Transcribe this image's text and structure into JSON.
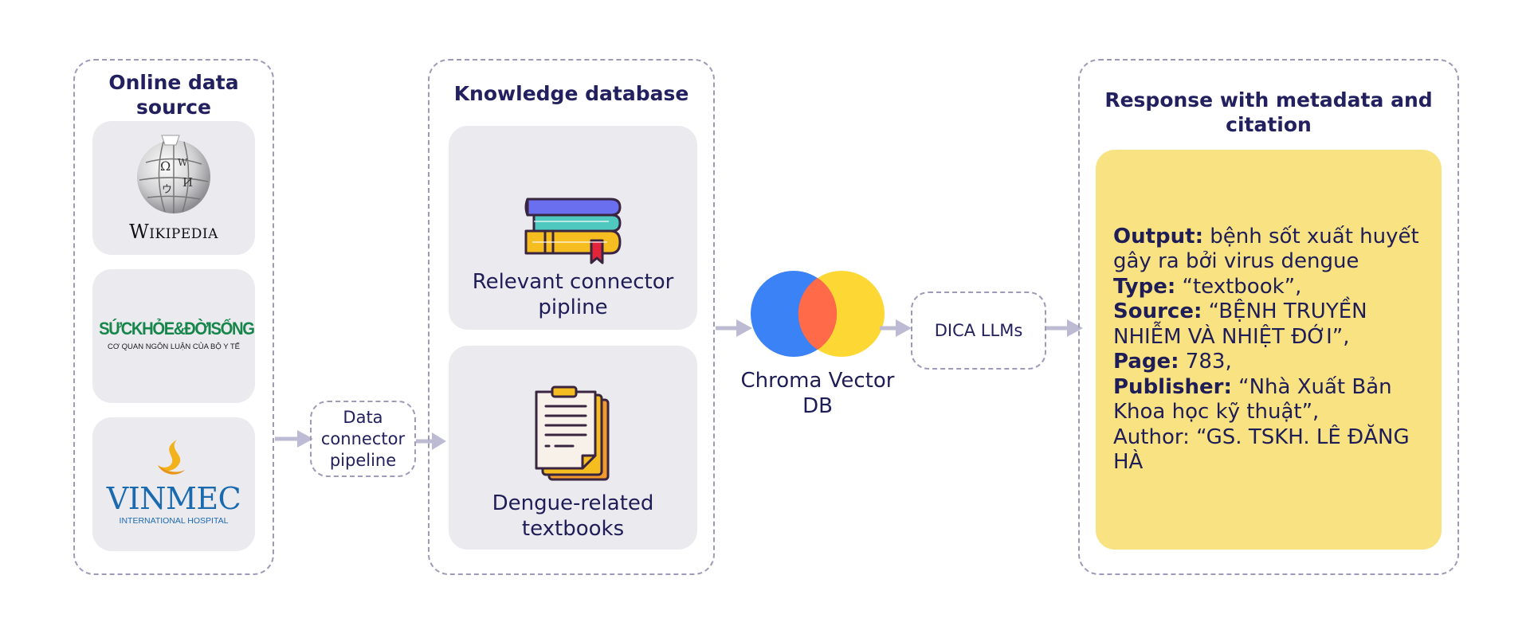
{
  "online_source": {
    "title": "Online data source",
    "logos": {
      "wikipedia": "Wikipedia",
      "suckhoe_line1": "SỨCKHỎE&ĐỜISỐNG",
      "suckhoe_line2": "CƠ QUAN NGÔN LUẬN CỦA BỘ Y TẾ",
      "vinmec_name": "VINMEC",
      "vinmec_sub": "INTERNATIONAL HOSPITAL"
    }
  },
  "data_connector": {
    "line1": "Data",
    "line2": "connector",
    "line3": "pipeline"
  },
  "knowledge_db": {
    "title": "Knowledge database",
    "card1": {
      "line1": "Relevant connector",
      "line2": "pipline",
      "icon": "books-icon"
    },
    "card2": {
      "line1": "Dengue-related",
      "line2": "textbooks",
      "icon": "clipboard-icon"
    }
  },
  "chroma": {
    "line1": "Chroma Vector",
    "line2": "DB",
    "colors": {
      "blue": "#3b82f6",
      "yellow": "#fdd835",
      "red": "#ff6a48"
    }
  },
  "dica": {
    "label": "DICA LLMs"
  },
  "response": {
    "title_line1": "Response with metadata and",
    "title_line2": "citation",
    "output_key": "Output:",
    "output_val": " bệnh sốt xuất huyết gây ra bởi virus dengue",
    "type_key": "Type:",
    "type_val": " “textbook”,",
    "source_key": "Source:",
    "source_val": " “BỆNH TRUYỀN NHIỄM VÀ NHIỆT ĐỚI”,",
    "page_key": "Page:",
    "page_val": " 783,",
    "publisher_key": "Publisher:",
    "publisher_val": " “Nhà Xuất Bản Khoa học kỹ thuật”,",
    "author_line": "Author: “GS. TSKH. LÊ ĐĂNG HÀ"
  },
  "colors": {
    "accent": "#22205e",
    "card": "#ebeaef",
    "response": "#f9e282",
    "arrow": "#bdbbd3"
  }
}
